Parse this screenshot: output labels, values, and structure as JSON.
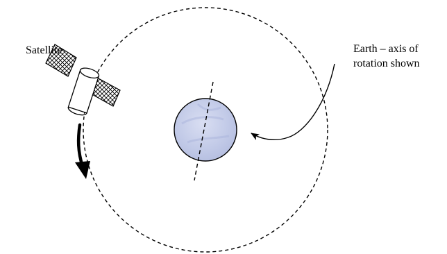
{
  "labels": {
    "satellite": "Satellite",
    "earth_line1": "Earth – axis of",
    "earth_line2": "rotation shown"
  },
  "icons": {
    "satellite": "satellite-icon",
    "earth": "earth-globe-icon",
    "orbit_direction": "curved-arrow-icon",
    "pointer": "pointer-arrow-icon"
  },
  "colors": {
    "line": "#000000",
    "earth_fill": "#c3cbe8",
    "solar_panel_hatch": "#000000",
    "background": "#ffffff"
  }
}
